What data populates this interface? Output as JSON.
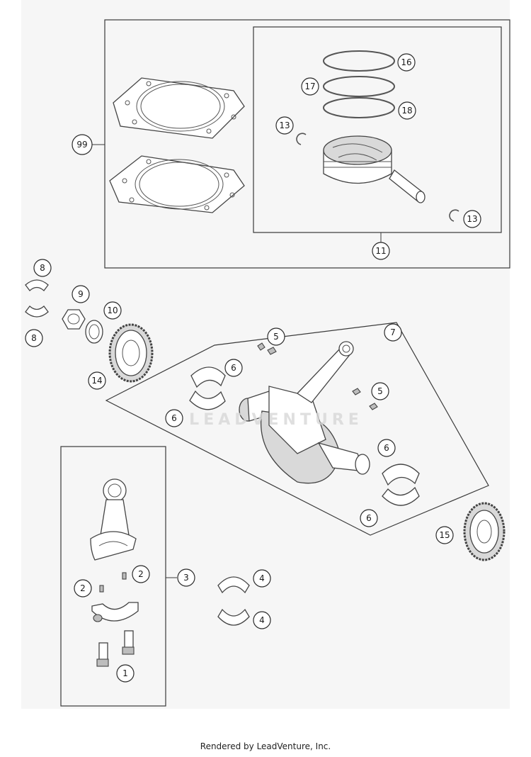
{
  "callouts": {
    "c99": "99",
    "c16": "16",
    "c17": "17",
    "c18": "18",
    "c13a": "13",
    "c13b": "13",
    "c11": "11",
    "c8a": "8",
    "c8b": "8",
    "c9": "9",
    "c10": "10",
    "c14": "14",
    "c5a": "5",
    "c5b": "5",
    "c7": "7",
    "c6a": "6",
    "c6b": "6",
    "c6c": "6",
    "c6d": "6",
    "c15": "15",
    "c3": "3",
    "c2a": "2",
    "c2b": "2",
    "c4a": "4",
    "c4b": "4",
    "c1": "1"
  },
  "watermark_text": "LEADVENTURE",
  "footer": "Rendered by LeadVenture, Inc."
}
